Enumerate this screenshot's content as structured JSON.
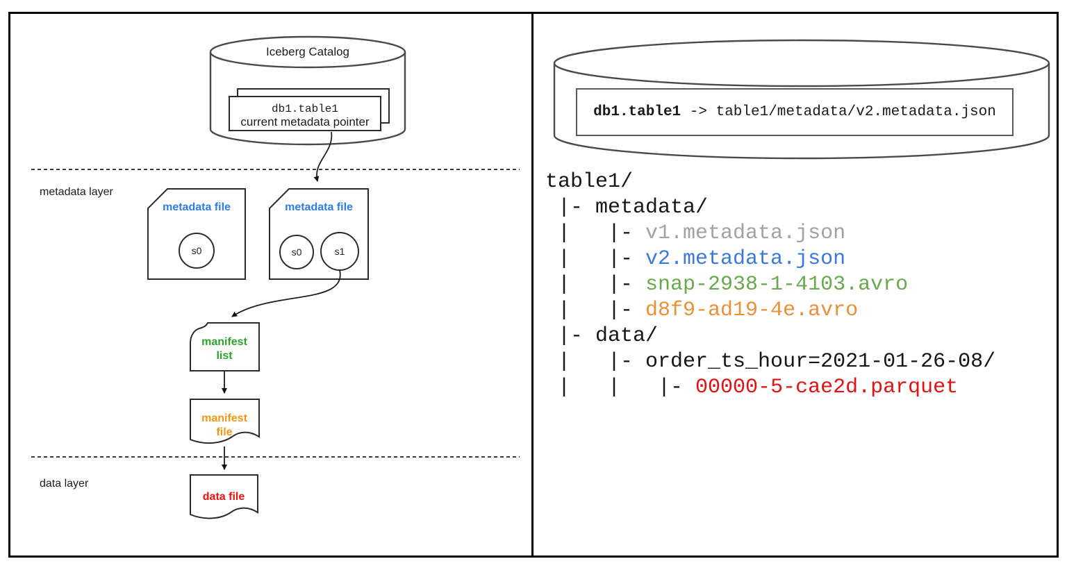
{
  "colors": {
    "blue_label": "#2e7de9",
    "green_label": "#2da32d",
    "orange_label": "#f59616",
    "red_label": "#ee1111",
    "tree_gray": "#a2a2a2",
    "tree_blue": "#3c78d8",
    "tree_green": "#6aa84f",
    "tree_orange": "#e8913a",
    "tree_red": "#e01212",
    "tree_black": "#161616"
  },
  "left": {
    "catalog_title": "Iceberg Catalog",
    "card_line1": "db1.table1",
    "card_line2": "current metadata pointer",
    "metadata_layer_label": "metadata layer",
    "data_layer_label": "data layer",
    "metadata_file_left": {
      "label": "metadata file",
      "s0": "s0"
    },
    "metadata_file_right": {
      "label": "metadata file",
      "s0": "s0",
      "s1": "s1"
    },
    "manifest_list": {
      "line1": "manifest",
      "line2": "list"
    },
    "manifest_file": {
      "line1": "manifest",
      "line2": "file"
    },
    "data_file_label": "data file"
  },
  "right": {
    "pointer": {
      "table": "db1.table1",
      "arrow": " -> ",
      "path": "table1/metadata/v2.metadata.json"
    },
    "tree": {
      "lines": [
        {
          "prefix": "",
          "name": "table1/",
          "color": "#161616"
        },
        {
          "prefix": " |- ",
          "name": "metadata/",
          "color": "#161616"
        },
        {
          "prefix": " |   |- ",
          "name": "v1.metadata.json",
          "color": "#a2a2a2"
        },
        {
          "prefix": " |   |- ",
          "name": "v2.metadata.json",
          "color": "#3c78d8"
        },
        {
          "prefix": " |   |- ",
          "name": "snap-2938-1-4103.avro",
          "color": "#6aa84f"
        },
        {
          "prefix": " |   |- ",
          "name": "d8f9-ad19-4e.avro",
          "color": "#e8913a"
        },
        {
          "prefix": " |- ",
          "name": "data/",
          "color": "#161616"
        },
        {
          "prefix": " |   |- ",
          "name": "order_ts_hour=2021-01-26-08/",
          "color": "#161616"
        },
        {
          "prefix": " |   |   |- ",
          "name": "00000-5-cae2d.parquet",
          "color": "#e01212"
        }
      ]
    }
  }
}
